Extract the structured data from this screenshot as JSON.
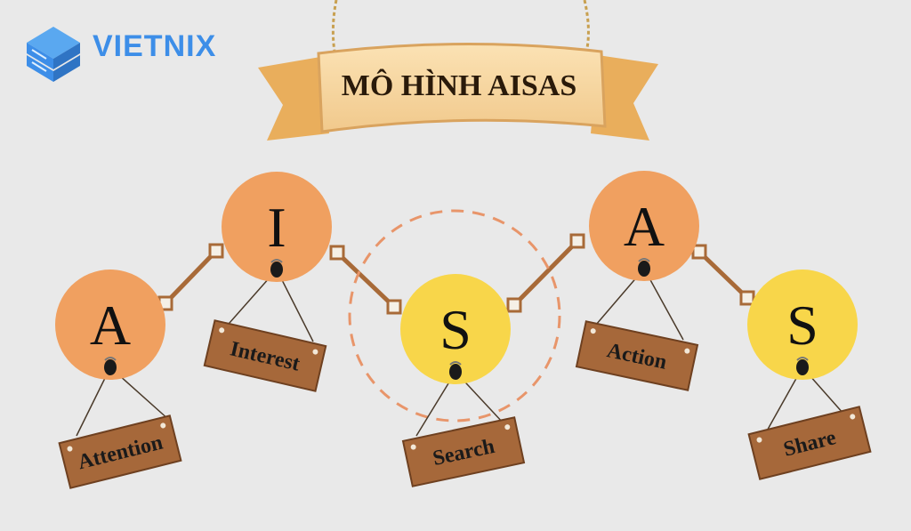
{
  "logo": {
    "text": "VIETNIX",
    "color": "#3d8ee8"
  },
  "banner": {
    "title": "MÔ HÌNH AISAS"
  },
  "colors": {
    "background": "#e9e9e9",
    "orange_circle": "#f0a060",
    "yellow_circle": "#f8d64a",
    "connector": "#a86a38",
    "sign": "#a6683a",
    "dashed_ring": "#e8956a"
  },
  "steps": [
    {
      "letter": "A",
      "label": "Attention",
      "color": "orange"
    },
    {
      "letter": "I",
      "label": "Interest",
      "color": "orange"
    },
    {
      "letter": "S",
      "label": "Search",
      "color": "yellow",
      "highlighted": true
    },
    {
      "letter": "A",
      "label": "Action",
      "color": "orange"
    },
    {
      "letter": "S",
      "label": "Share",
      "color": "yellow"
    }
  ]
}
